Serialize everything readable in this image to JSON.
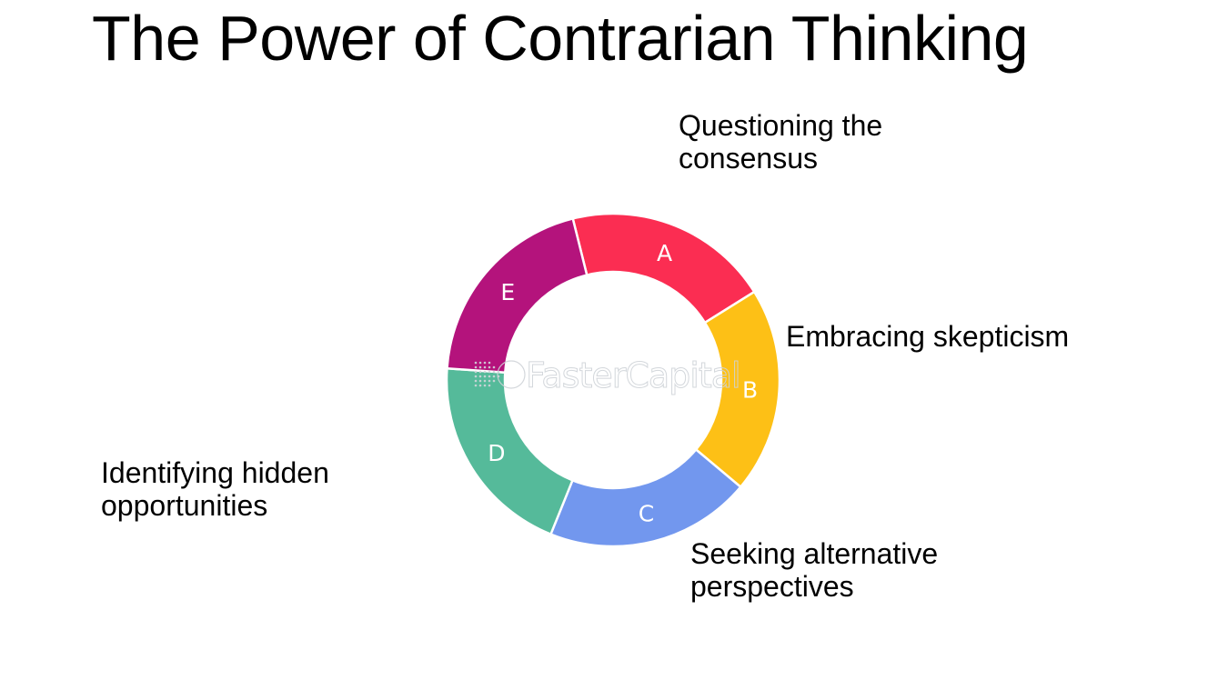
{
  "title": "The Power of Contrarian Thinking",
  "segments": [
    {
      "letter": "A",
      "color": "#fb2d52",
      "label_lines": [
        "Questioning the",
        "consensus"
      ]
    },
    {
      "letter": "B",
      "color": "#fdc016",
      "label_lines": [
        "Embracing skepticism"
      ]
    },
    {
      "letter": "C",
      "color": "#7297ee",
      "label_lines": [
        "Seeking alternative",
        "perspectives"
      ]
    },
    {
      "letter": "D",
      "color": "#55ba9a",
      "label_lines": [
        "Identifying hidden",
        "opportunities"
      ]
    },
    {
      "letter": "E",
      "color": "#b4137c",
      "label_lines": []
    }
  ],
  "watermark": "FasterCapital"
}
